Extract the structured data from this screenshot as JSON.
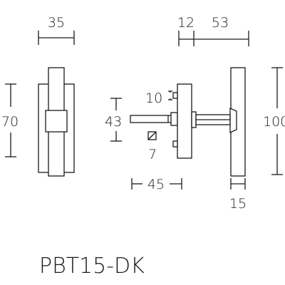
{
  "product_code": "PBT15-DK",
  "dimensions": {
    "front_width": "35",
    "front_height": "70",
    "rosette_offset": "12",
    "grip_projection": "53",
    "handle_height": "100",
    "spindle_spacing": "10",
    "spindle_height": "43",
    "spindle_square": "7",
    "spindle_length": "45",
    "grip_diameter": "15"
  }
}
